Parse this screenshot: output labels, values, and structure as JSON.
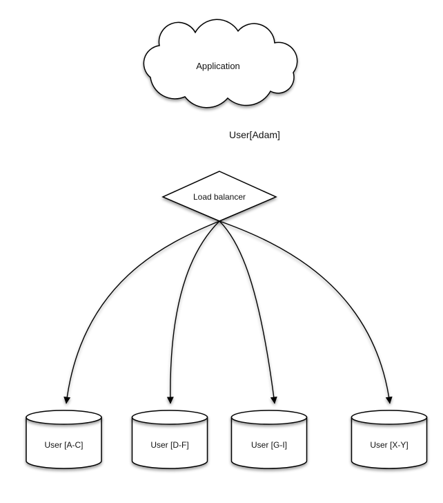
{
  "diagram": {
    "background_color": "#ffffff",
    "node_fill_color": "#ffffff",
    "stroke_color": "#000000",
    "text_color": "#111111",
    "nodes": [
      {
        "id": "application",
        "shape": "cloud",
        "label": "Application"
      },
      {
        "id": "load-balancer",
        "shape": "diamond",
        "label": "Load balancer"
      },
      {
        "id": "shard-1",
        "shape": "cylinder",
        "label": "User [A-C]"
      },
      {
        "id": "shard-2",
        "shape": "cylinder",
        "label": "User [D-F]"
      },
      {
        "id": "shard-3",
        "shape": "cylinder",
        "label": "User [G-I]"
      },
      {
        "id": "shard-4",
        "shape": "cylinder",
        "label": "User [X-Y]"
      }
    ],
    "edges": [
      {
        "from": "application",
        "to": "load-balancer",
        "label": "User[Adam]",
        "style": "straight-arrow"
      },
      {
        "from": "load-balancer",
        "to": "shard-1",
        "label": "",
        "style": "curved-arrow"
      },
      {
        "from": "load-balancer",
        "to": "shard-2",
        "label": "",
        "style": "curved-arrow"
      },
      {
        "from": "load-balancer",
        "to": "shard-3",
        "label": "",
        "style": "curved-arrow"
      },
      {
        "from": "load-balancer",
        "to": "shard-4",
        "label": "",
        "style": "curved-arrow"
      }
    ]
  }
}
